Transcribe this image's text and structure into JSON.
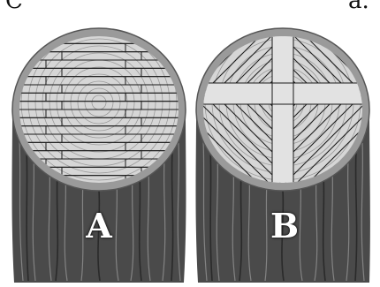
{
  "heading": {
    "fragment_left": "C",
    "fragment_right": "a."
  },
  "logs": [
    {
      "label": "A",
      "pattern": "plain-sawn",
      "board_count": 18
    },
    {
      "label": "B",
      "pattern": "quarter-sawn",
      "board_count": 4
    }
  ],
  "colors": {
    "bark_dark": "#3b3b3b",
    "bark_mid": "#6b6b6b",
    "bark_light": "#a8a8a8",
    "wood_face": "#d4d4d4",
    "wood_ring": "#9a9a9a",
    "board_line": "#1a1a1a",
    "board_fill": "#e2e2e2",
    "label_text": "#ffffff"
  }
}
